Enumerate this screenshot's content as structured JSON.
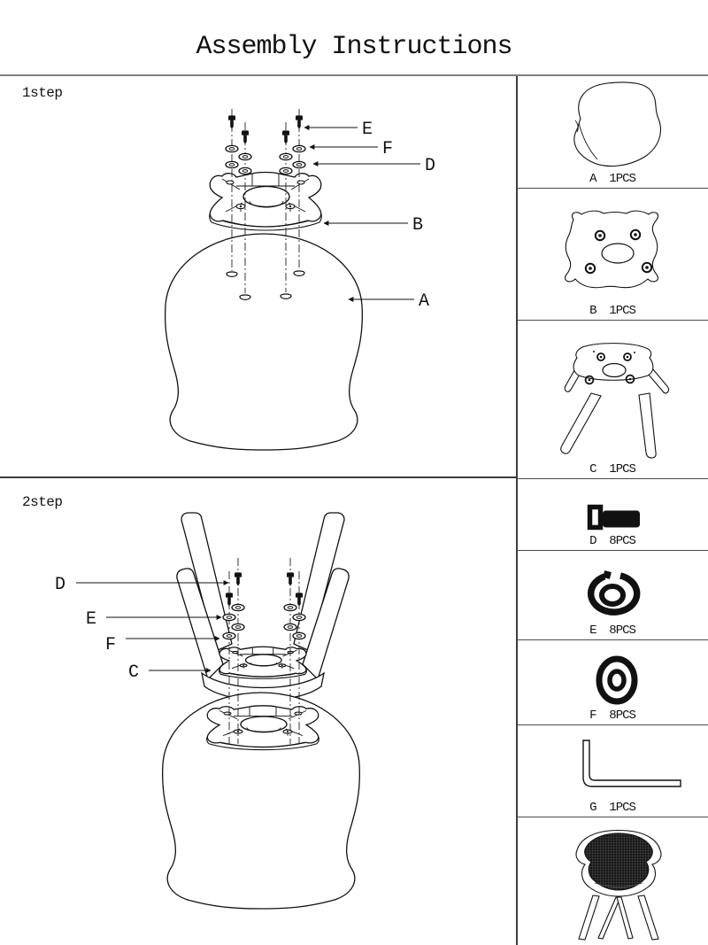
{
  "title": "Assembly Instructions",
  "steps": [
    {
      "label": "1step",
      "callouts": [
        "E",
        "F",
        "D",
        "B",
        "A"
      ]
    },
    {
      "label": "2step",
      "callouts": [
        "D",
        "E",
        "F",
        "C"
      ]
    }
  ],
  "parts": [
    {
      "letter": "A",
      "qty": "1PCS",
      "label": "A  1PCS"
    },
    {
      "letter": "B",
      "qty": "1PCS",
      "label": "B  1PCS"
    },
    {
      "letter": "C",
      "qty": "1PCS",
      "label": "C  1PCS"
    },
    {
      "letter": "D",
      "qty": "8PCS",
      "label": "D  8PCS"
    },
    {
      "letter": "E",
      "qty": "8PCS",
      "label": "E  8PCS"
    },
    {
      "letter": "F",
      "qty": "8PCS",
      "label": "F  8PCS"
    },
    {
      "letter": "G",
      "qty": "1PCS",
      "label": "G  1PCS"
    }
  ]
}
